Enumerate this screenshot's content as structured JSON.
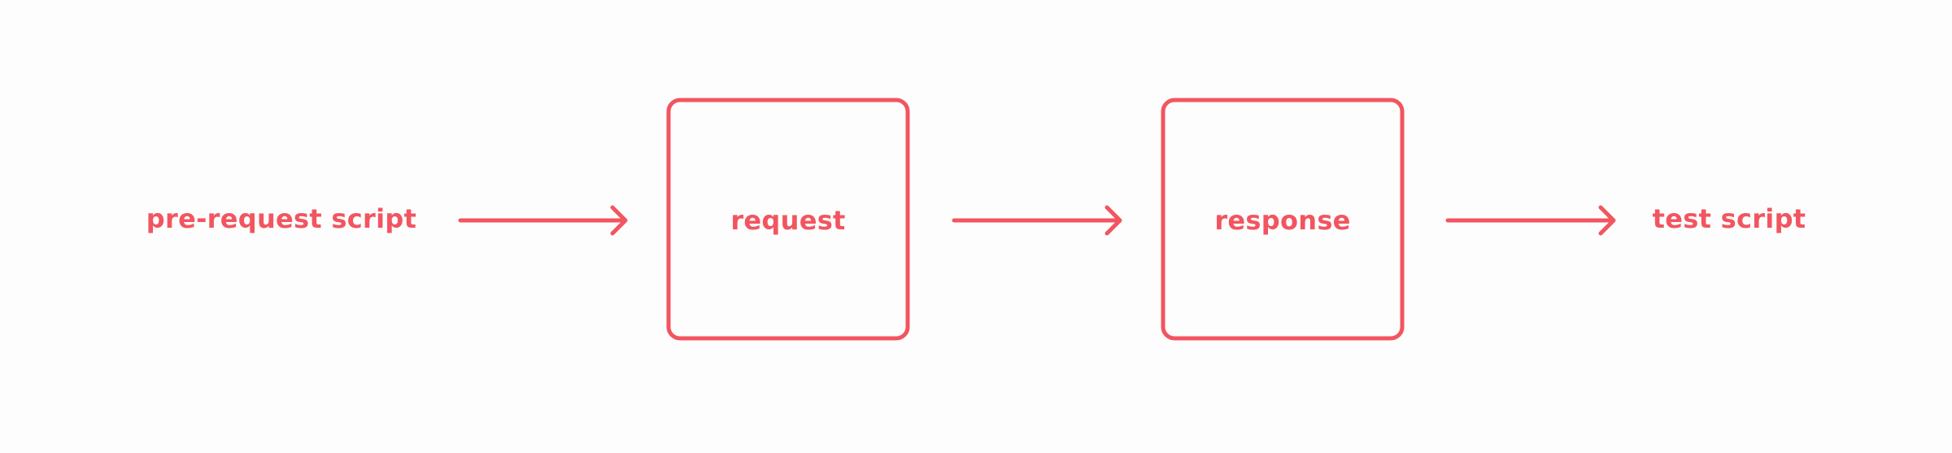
{
  "accent_color": "#f25560",
  "nodes": {
    "pre_request": "pre-request script",
    "request": "request",
    "response": "response",
    "test": "test script"
  },
  "edges": [
    {
      "from": "pre-request script",
      "to": "request"
    },
    {
      "from": "request",
      "to": "response"
    },
    {
      "from": "response",
      "to": "test script"
    }
  ]
}
